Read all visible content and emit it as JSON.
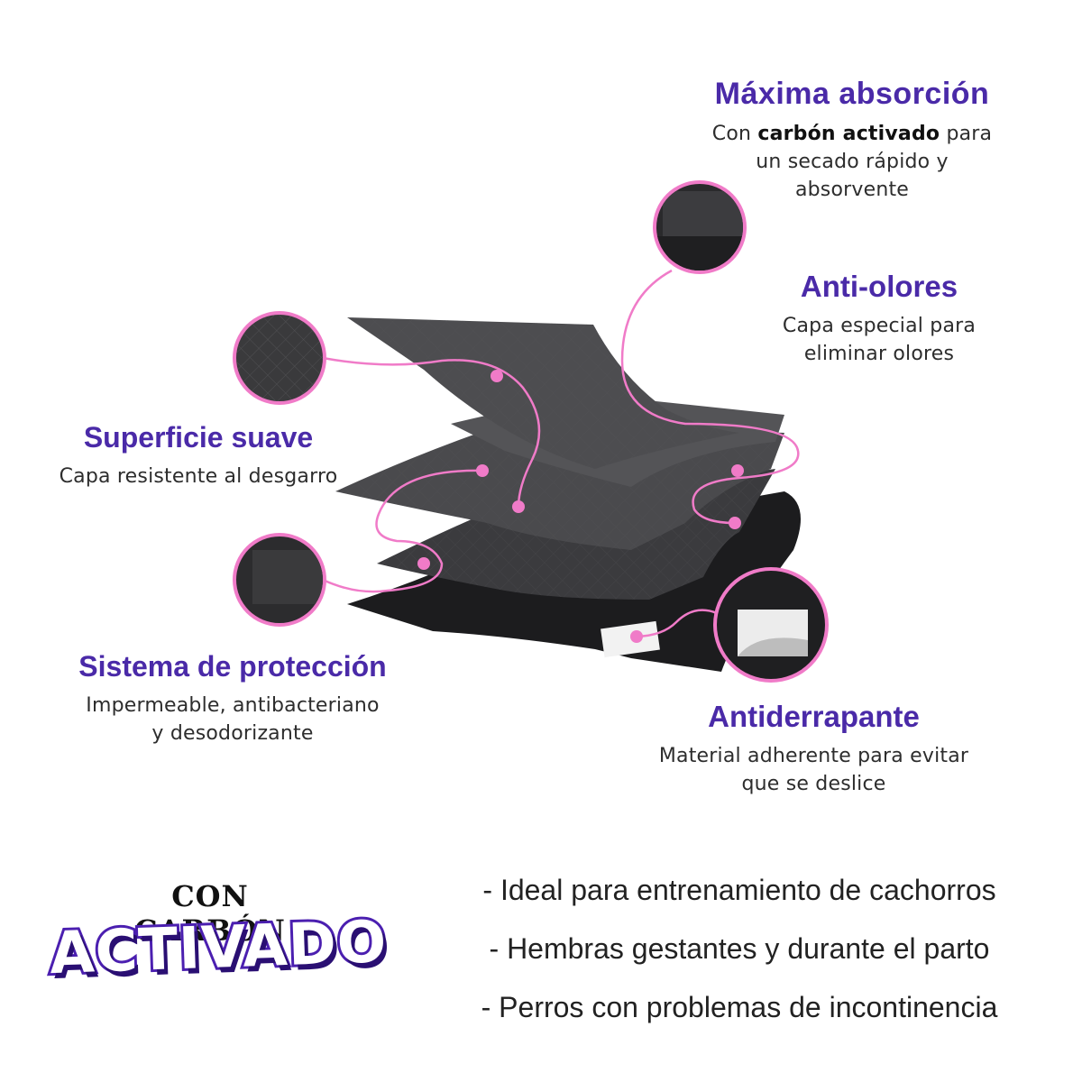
{
  "features": {
    "max_absorption": {
      "title": "Máxima absorción",
      "desc_prefix": "Con ",
      "desc_bold": "carbón activado",
      "desc_suffix": " para",
      "desc_line2": "un secado rápido y",
      "desc_line3": "absorvente"
    },
    "anti_odor": {
      "title": "Anti-olores",
      "desc_line1": "Capa especial para",
      "desc_line2": "eliminar olores"
    },
    "soft_surface": {
      "title": "Superficie suave",
      "desc_line1": "Capa resistente al desgarro"
    },
    "protection": {
      "title": "Sistema de protección",
      "desc_line1": "Impermeable, antibacteriano",
      "desc_line2": "y desodorizante"
    },
    "anti_slip": {
      "title": "Antiderrapante",
      "desc_line1": "Material adherente para evitar",
      "desc_line2": "que se deslice"
    }
  },
  "badge": {
    "top": "CON CARBÓN",
    "main": "ACTIVADO"
  },
  "bullets": [
    "- Ideal para entrenamiento de cachorros",
    "- Hembras gestantes y durante el parto",
    "- Perros con problemas de incontinencia"
  ],
  "colors": {
    "title_purple": "#4a2aa8",
    "connector_pink": "#f07bc8",
    "layer_dark": "#3a3a3c"
  }
}
